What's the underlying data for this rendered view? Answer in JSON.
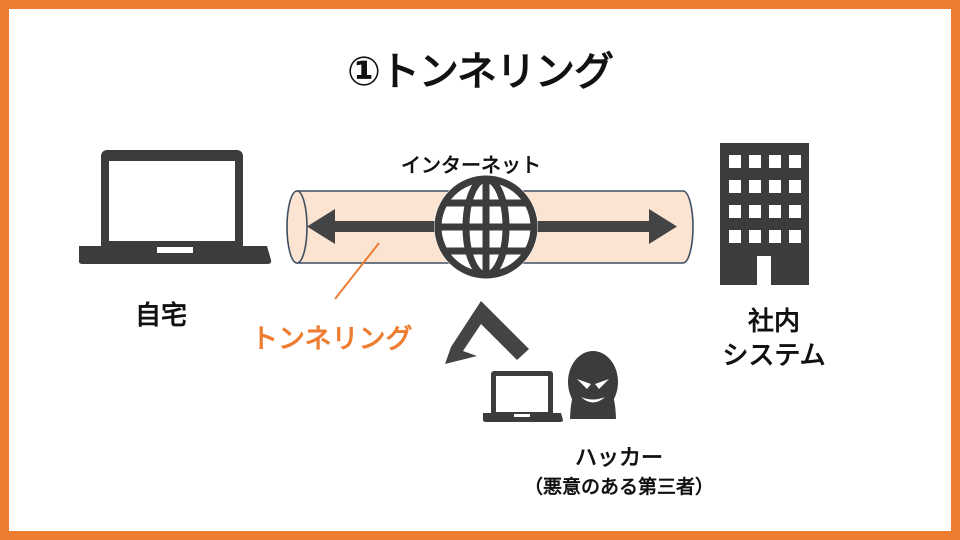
{
  "title": "①トンネリング",
  "labels": {
    "home": "自宅",
    "internet": "インターネット",
    "tunnel": "トンネリング",
    "office_line1": "社内",
    "office_line2": "システム",
    "hacker": "ハッカー",
    "hacker_sub": "（悪意のある第三者）"
  },
  "icons": [
    "laptop-icon",
    "globe-icon",
    "building-icon",
    "hacker-icon",
    "small-laptop-icon",
    "blocked-arrow-icon",
    "double-arrow-icon"
  ],
  "colors": {
    "border": "#ED7D31",
    "accent": "#ED7D31",
    "tunnel_fill": "#FCE4D2",
    "tunnel_stroke": "#3F4F63",
    "icon": "#3C3C3C"
  }
}
